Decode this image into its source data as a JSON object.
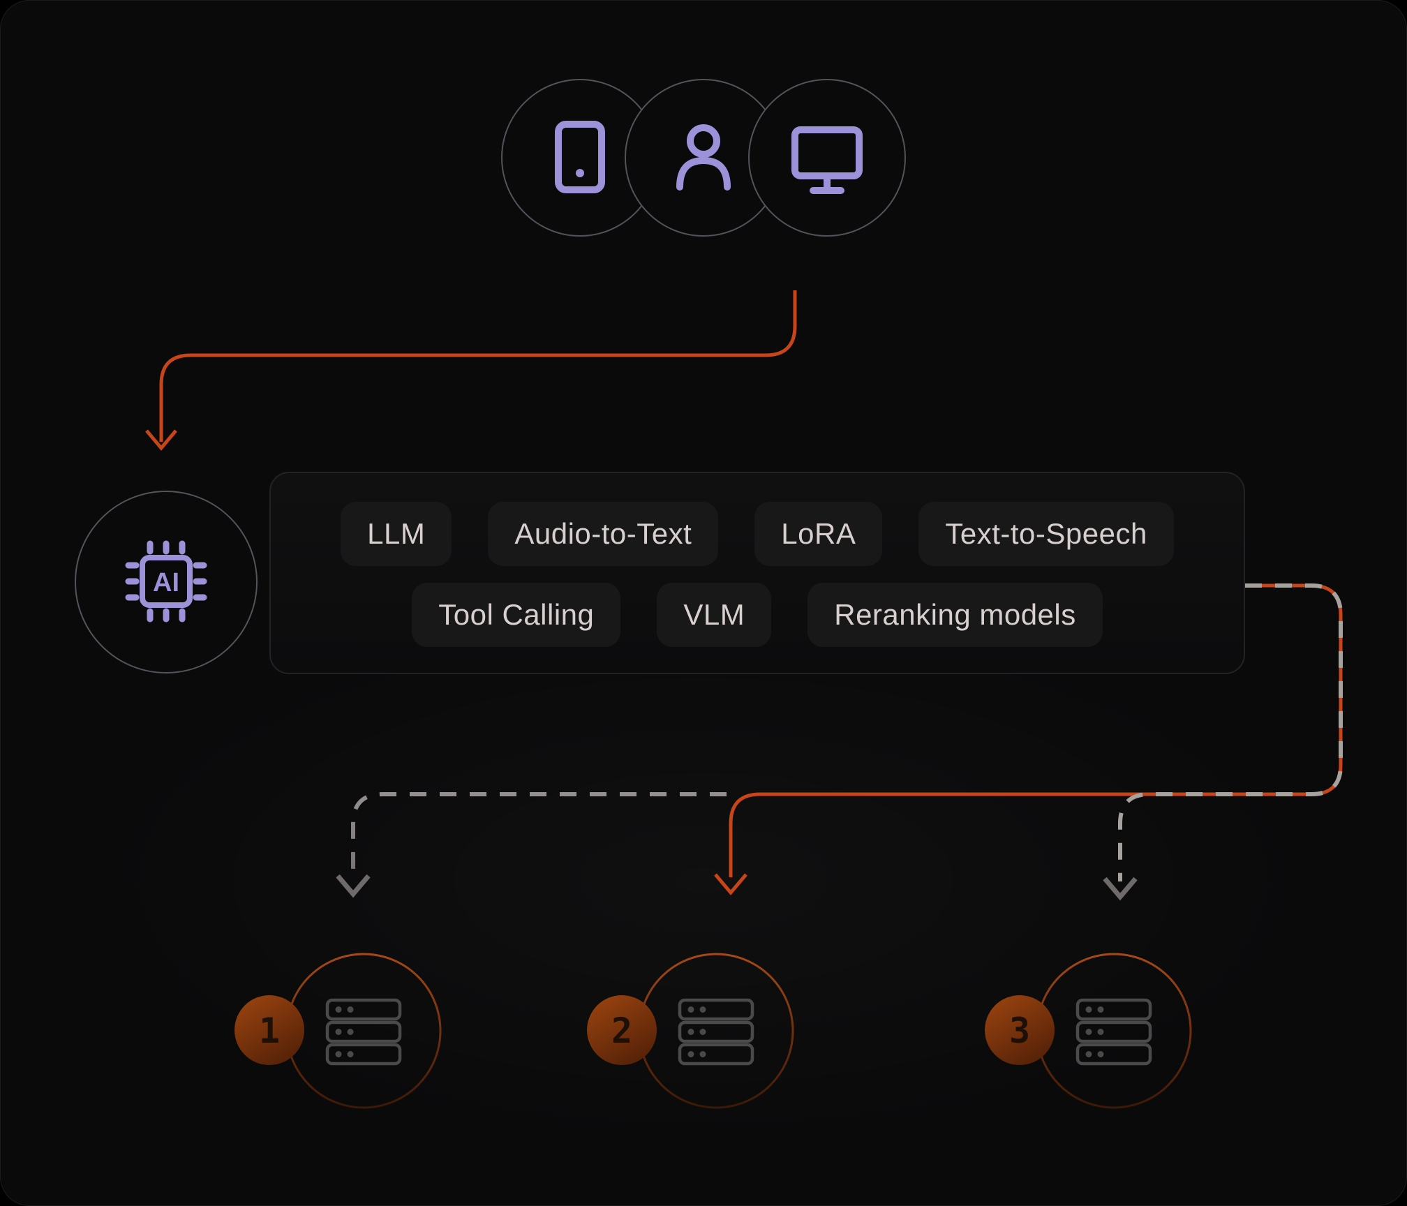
{
  "diagram": {
    "clients": {
      "items": [
        {
          "icon": "smartphone-icon"
        },
        {
          "icon": "user-icon"
        },
        {
          "icon": "monitor-icon"
        }
      ]
    },
    "ai": {
      "icon": "ai-chip-icon",
      "chip_label": "AI"
    },
    "models": {
      "row1": [
        {
          "label": "LLM"
        },
        {
          "label": "Audio-to-Text"
        },
        {
          "label": "LoRA"
        },
        {
          "label": "Text-to-Speech"
        }
      ],
      "row2": [
        {
          "label": "Tool Calling"
        },
        {
          "label": "VLM"
        },
        {
          "label": "Reranking models"
        }
      ]
    },
    "servers": [
      {
        "number": "1",
        "icon": "server-rack-icon"
      },
      {
        "number": "2",
        "icon": "server-rack-icon"
      },
      {
        "number": "3",
        "icon": "server-rack-icon"
      }
    ],
    "colors": {
      "background": "#0A0A0B",
      "accent_orange": "#C8451A",
      "accent_purple": "#9C92DA",
      "client_circle_stroke": "#55525A",
      "dash_gray": "#8F8A8A",
      "server_circle_rust_top": "#A54916",
      "server_circle_rust_bottom": "#3C1906",
      "badge_fill_top": "#99430F",
      "badge_fill_bottom": "#542108",
      "badge_number_color": "#1C1009",
      "server_icon_gray": "#4A4A4A",
      "pill_bg": "#191819",
      "pill_text": "#D7D0CE"
    }
  }
}
